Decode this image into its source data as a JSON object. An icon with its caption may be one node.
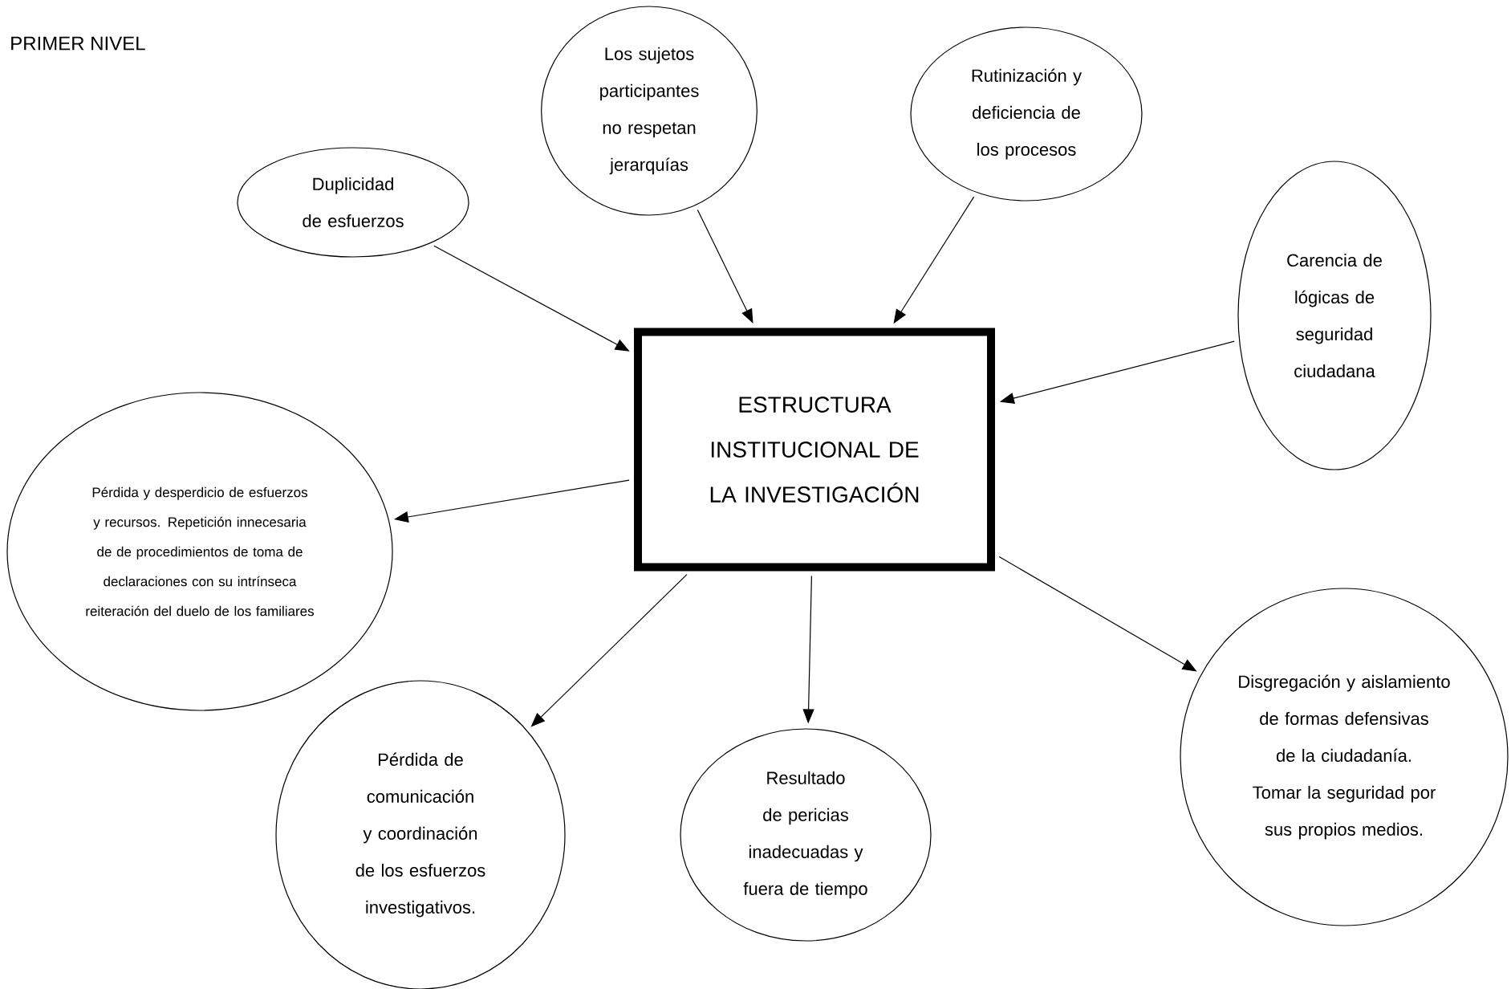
{
  "diagram": {
    "title": "PRIMER NIVEL",
    "nodes": [
      {
        "text": [
          "ESTRUCTURA INSTITUCIONAL  DE LA INVESTIGACIÓN"
        ]
      },
      {
        "text": [
          "Duplicidad de esfuerzos"
        ]
      },
      {
        "text": [
          "Los sujetos participantes no respetan jerarquías"
        ]
      },
      {
        "text": [
          "Rutinización y deficiencia de los procesos"
        ]
      },
      {
        "text": [
          "Carencia de lógicas de seguridad ciudadana"
        ]
      },
      {
        "text": [
          "Pérdida y desperdicio de esfuerzos y recursos. Repetición innecesaria de de procedimientos de toma de declaraciones con su intrínseca reiteración del duelo de los familiares"
        ]
      },
      {
        "text": [
          "Pérdida de comunicación y coordinación de los esfuerzos investigativos."
        ]
      },
      {
        "text": [
          "Resultado de pericias inadecuadas y fuera de tiempo"
        ]
      },
      {
        "text": [
          "Disgregación y aislamiento de formas defensivas de la ciudadanía.  Tomar la seguridad por sus propios medios."
        ]
      }
    ],
    "edges": [
      {
        "from": 1,
        "to": 0,
        "arrow": "to"
      },
      {
        "from": 2,
        "to": 0,
        "arrow": "to"
      },
      {
        "from": 3,
        "to": 0,
        "arrow": "to"
      },
      {
        "from": 4,
        "to": 0,
        "arrow": "to"
      },
      {
        "from": 0,
        "to": 5,
        "arrow": "to"
      },
      {
        "from": 0,
        "to": 6,
        "arrow": "to"
      },
      {
        "from": 0,
        "to": 7,
        "arrow": "to"
      },
      {
        "from": 0,
        "to": 8,
        "arrow": "to"
      }
    ]
  }
}
